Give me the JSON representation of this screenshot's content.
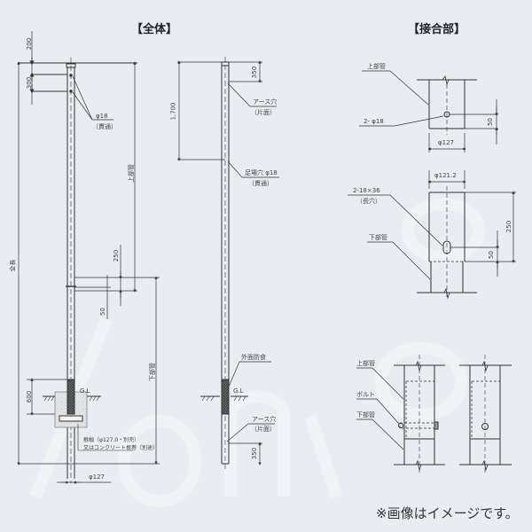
{
  "titles": {
    "overall": "【全体】",
    "joint": "【接合部】"
  },
  "overall_view_1": {
    "dim_top": "200",
    "dim_hole_spacing": "300",
    "hole_label": "φ18",
    "hole_note": "（貫通）",
    "total_length_label": "全長",
    "upper_pipe_label": "上部管",
    "dim_250": "250",
    "dim_50": "50",
    "lower_pipe_label": "下部管",
    "dim_600": "600",
    "gl_label": "G.L",
    "base_note_1": "根枷（φ127.0・別売）",
    "base_note_2": "又はコンクリート根巻（別途）",
    "pipe_diameter": "φ127"
  },
  "overall_view_2": {
    "dim_1700": "1,700",
    "dim_350_top": "350",
    "earth_hole_label": "アース穴",
    "earth_hole_note": "（片面）",
    "step_hole_label": "足場穴 φ18",
    "step_hole_note": "（貫通）",
    "corrosion_label": "外面防食",
    "gl_label": "G.L",
    "earth_hole_label_2": "アース穴",
    "earth_hole_note_2": "（片面）",
    "dim_350_bottom": "350"
  },
  "joint_upper": {
    "pipe_label": "上部管",
    "hole_label": "2- φ18",
    "dim_50": "50",
    "diameter": "φ127"
  },
  "joint_lower": {
    "diameter": "φ121.2",
    "slot_label": "2-18×36",
    "slot_note": "（長穴）",
    "pipe_label": "下部管",
    "dim_250": "250",
    "dim_50": "50"
  },
  "joint_assembly": {
    "upper_label": "上部管",
    "bolt_label": "ボルト",
    "lower_label": "下部管"
  },
  "footer_note": "※画像はイメージです。",
  "colors": {
    "background": "#e9ecf0",
    "line": "#333333",
    "hatch": "#555555"
  }
}
